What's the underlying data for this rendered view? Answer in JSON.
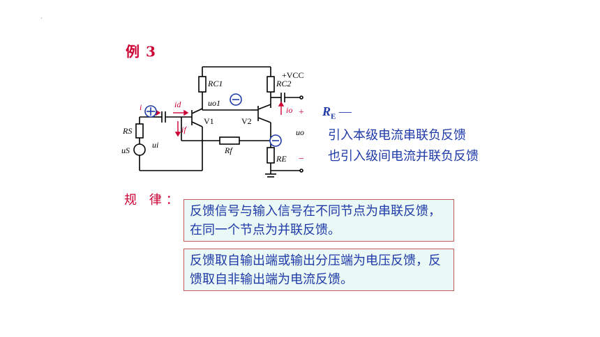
{
  "dot": "·",
  "example_title": "例 3",
  "circuit": {
    "vcc": "+VCC",
    "rc1": "RC1",
    "rc2": "RC2",
    "uo1": "uo1",
    "id": "id",
    "i_label": "i",
    "if_label": "if",
    "io": "io",
    "rs": "RS",
    "us": "uS",
    "ui": "ui",
    "rf": "Rf",
    "re": "RE",
    "uo": "uo",
    "v1": "V1",
    "v2": "V2",
    "plus": "+",
    "minus": "−",
    "plus_sign": "⊕",
    "minus_sign": "⊖"
  },
  "re_label": "R",
  "re_sub": "E",
  "re_dash": " —",
  "desc_line1": "引入本级电流串联负反馈",
  "desc_line2": "也引入级间电流并联负反馈",
  "rule_label": "规 律：",
  "rule1": "反馈信号与输入信号在不同节点为串联反馈，在同一个节点为并联反馈。",
  "rule2": "反馈取自输出端或输出分压端为电压反馈，反馈取自非输出端为电流反馈。"
}
